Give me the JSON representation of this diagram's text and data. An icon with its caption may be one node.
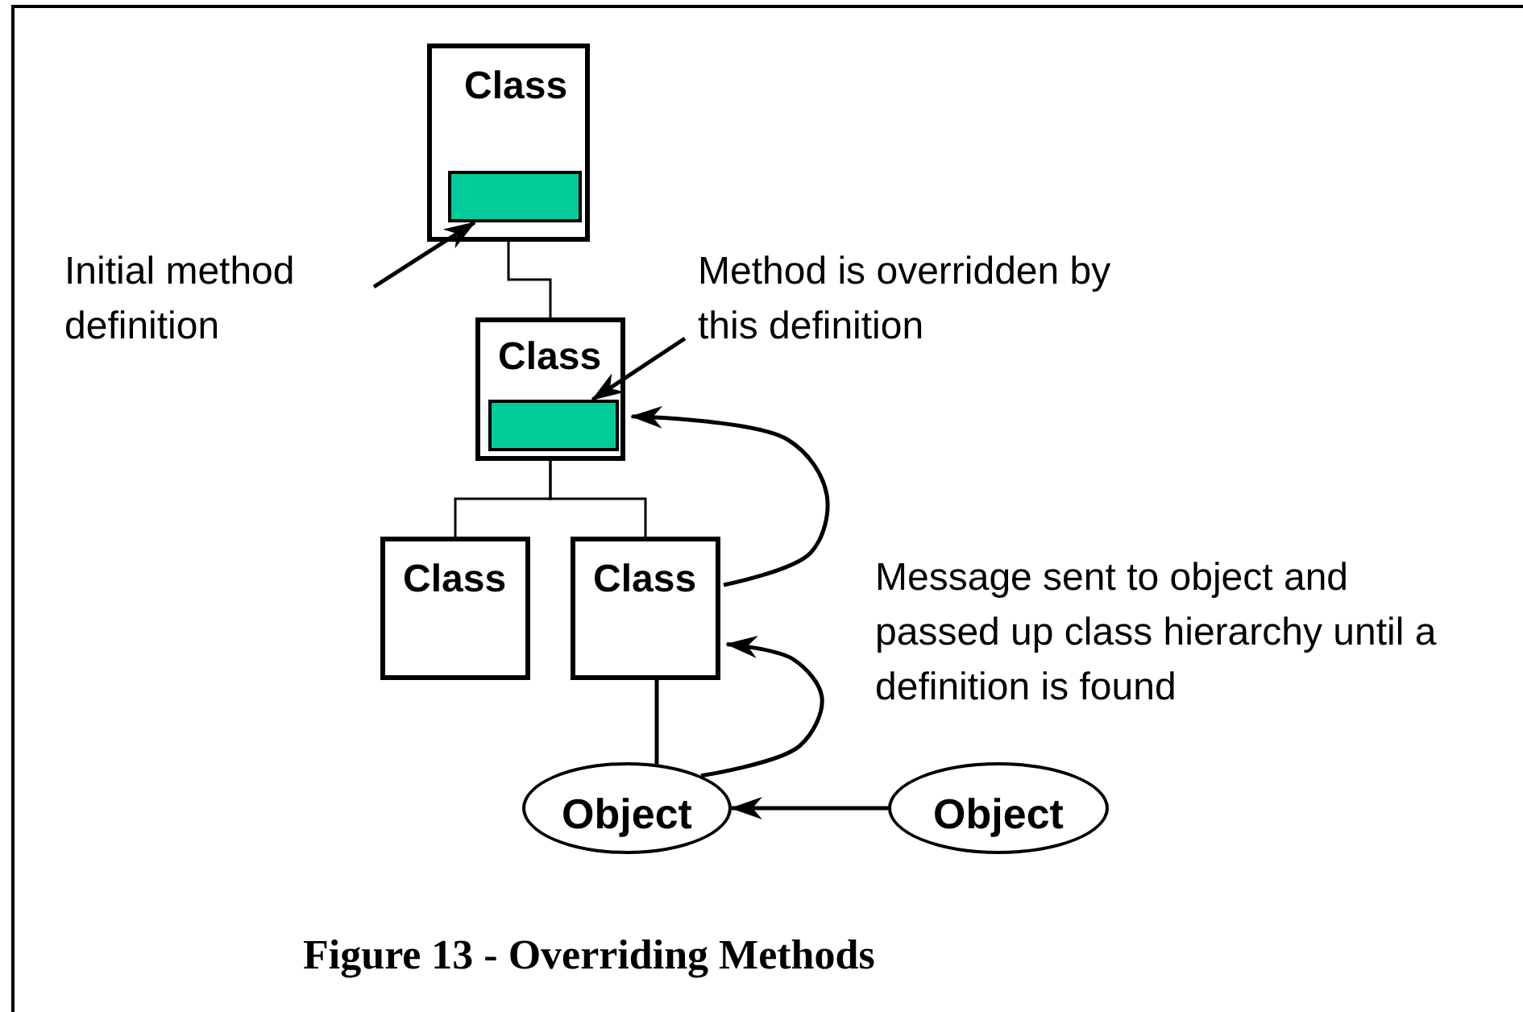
{
  "diagram": {
    "caption": "Figure 13 - Overriding Methods",
    "nodes": [
      {
        "text": [
          "Class"
        ]
      },
      {
        "text": [],
        "shape": "box",
        "in": 0
      },
      {
        "text": [
          "Class"
        ]
      },
      {
        "text": [],
        "shape": "box",
        "in": 2
      },
      {
        "text": [
          "Class"
        ]
      },
      {
        "text": [
          "Class"
        ]
      },
      {
        "text": [
          "Object"
        ]
      },
      {
        "text": [
          "Object"
        ]
      },
      {
        "text": [
          "Initial method definition"
        ]
      },
      {
        "text": [
          "Method is overridden by this definition"
        ]
      }
    ],
    "edges": [
      {
        "from": 0,
        "to": 2,
        "arrow": "none"
      },
      {
        "from": 2,
        "to": 4,
        "arrow": "none"
      },
      {
        "from": 2,
        "to": 5,
        "arrow": "none"
      },
      {
        "from": 5,
        "to": 6,
        "arrow": "none"
      },
      {
        "from": 7,
        "to": 6,
        "arrow": "to"
      },
      {
        "from": 6,
        "to": 5,
        "arrow": "to"
      },
      {
        "from": 5,
        "to": 2,
        "arrow": "to"
      },
      {
        "from": 8,
        "to": 1,
        "arrow": "to"
      },
      {
        "from": 9,
        "to": 3,
        "arrow": "to"
      }
    ],
    "labels": [
      "Message sent to object and passed up class hierarchy until a definition is found"
    ]
  }
}
